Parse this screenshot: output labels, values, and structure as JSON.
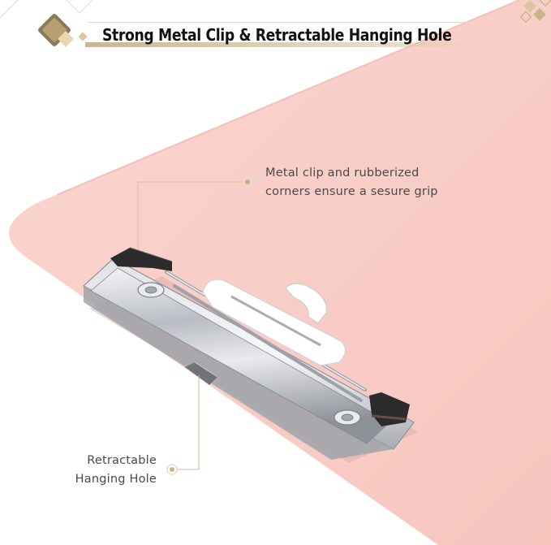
{
  "headline": "Strong Metal Clip & Retractable Hanging Hole",
  "callouts": {
    "clip": [
      "Metal clip and rubberized",
      "corners ensure a sesure grip"
    ],
    "hole": [
      "Retractable",
      "Hanging Hole"
    ]
  },
  "colors": {
    "board": "#f8cdc7",
    "board_edge": "#f2bfb8",
    "gold": "#c9b48a",
    "gold_dark": "#b79f72",
    "metal": "#c9ccd1",
    "rubber": "#2b2b2b",
    "text": "#4a4a4a",
    "title": "#121212"
  },
  "icons": [
    "diamond-logo-icon",
    "diamond-corner-icon",
    "callout-dot-icon"
  ]
}
